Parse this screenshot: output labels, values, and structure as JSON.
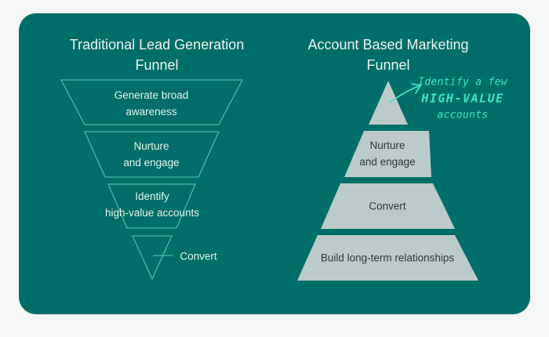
{
  "colors": {
    "background": "#f5f7f6",
    "card": "#006e68",
    "outline": "#3fbfa8",
    "pyramid_fill": "#bccacb",
    "annotation": "#3ee6c0",
    "title_text": "#e9f3f1",
    "pyramid_text": "#2b3c3f"
  },
  "left": {
    "title_line1": "Traditional Lead Generation",
    "title_line2": "Funnel",
    "stages": [
      {
        "line1": "Generate broad",
        "line2": "awareness"
      },
      {
        "line1": "Nurture",
        "line2": "and engage"
      },
      {
        "line1": "Identify",
        "line2": "high-value accounts"
      },
      {
        "line1": "Convert",
        "line2": ""
      }
    ]
  },
  "right": {
    "title_line1": "Account Based Marketing",
    "title_line2": "Funnel",
    "stages": [
      {
        "line1": "",
        "line2": ""
      },
      {
        "line1": "Nurture",
        "line2": "and engage"
      },
      {
        "line1": "Convert",
        "line2": ""
      },
      {
        "line1": "Build long-term relationships",
        "line2": ""
      }
    ],
    "annotation": {
      "line1": "Identify a few",
      "line2": "HIGH-VALUE",
      "line3": "accounts"
    }
  }
}
